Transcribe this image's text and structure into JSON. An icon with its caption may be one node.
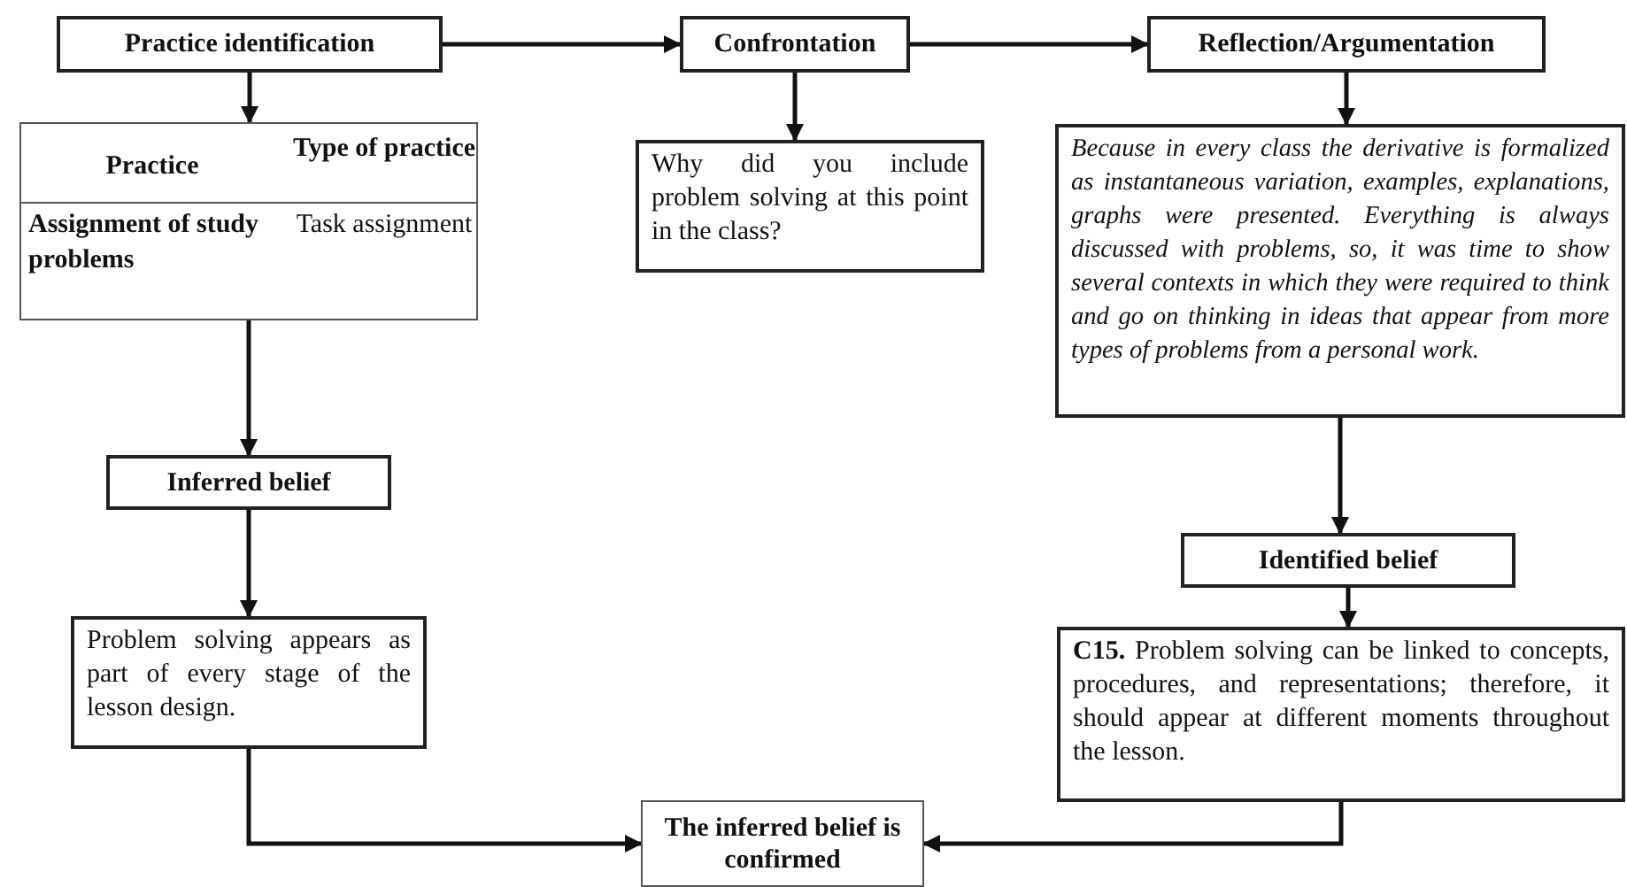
{
  "diagram": {
    "nodes": [
      {
        "text": [
          "Practice identification"
        ]
      },
      {
        "text": [
          "Practice",
          "Type of practice",
          "Assignment of study problems",
          "Task assignment"
        ]
      },
      {
        "text": [
          "Confrontation"
        ]
      },
      {
        "text": [
          "Why did you include problem solving at this point in the class?"
        ]
      },
      {
        "text": [
          "Reflection/Argumentation"
        ]
      },
      {
        "text": [
          "Because in every class the derivative is formalized as instantaneous variation, examples, explanations, graphs were presented. Everything is always discussed with problems, so, it was time to show several contexts in which they were required to think and go on thinking in ideas that appear from more types of problems from a personal work."
        ]
      },
      {
        "text": [
          "Inferred belief"
        ]
      },
      {
        "text": [
          "Problem solving appears as part of every stage of the lesson design."
        ]
      },
      {
        "text": [
          "Identified belief"
        ]
      },
      {
        "text": [
          "**C15.** Problem solving can be linked to concepts, procedures, and representations; therefore, it should appear at different moments throughout the lesson."
        ]
      },
      {
        "text": [
          "The inferred belief is confirmed"
        ]
      }
    ],
    "edges": [
      {
        "from": 0,
        "to": 2,
        "arrow": "to"
      },
      {
        "from": 2,
        "to": 4,
        "arrow": "to"
      },
      {
        "from": 0,
        "to": 1,
        "arrow": "to"
      },
      {
        "from": 2,
        "to": 3,
        "arrow": "to"
      },
      {
        "from": 4,
        "to": 5,
        "arrow": "to"
      },
      {
        "from": 1,
        "to": 6,
        "arrow": "to"
      },
      {
        "from": 6,
        "to": 7,
        "arrow": "to"
      },
      {
        "from": 5,
        "to": 8,
        "arrow": "to"
      },
      {
        "from": 8,
        "to": 9,
        "arrow": "to"
      },
      {
        "from": 7,
        "to": 10,
        "arrow": "to"
      },
      {
        "from": 9,
        "to": 10,
        "arrow": "to"
      }
    ]
  }
}
